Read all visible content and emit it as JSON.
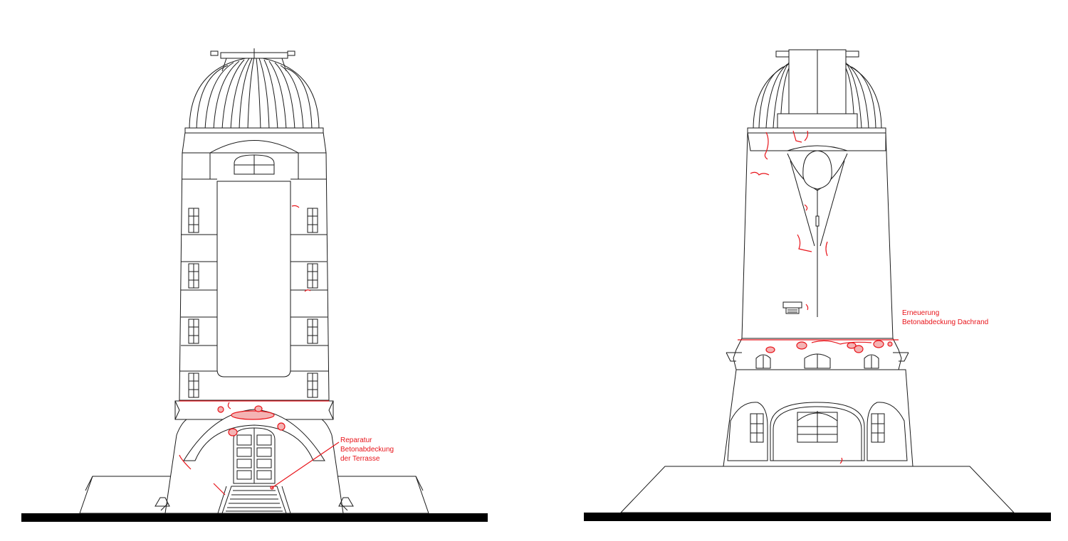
{
  "colors": {
    "line": "#1a1a1a",
    "damage": "#e8151b",
    "damage_fill": "#f4b3b3",
    "ground": "#000000",
    "background": "#ffffff"
  },
  "annotations": {
    "terrace": [
      "Reparatur",
      "Betonabdeckung",
      "der Terrasse"
    ],
    "roof_edge": [
      "Erneuerung",
      "Betonabdeckung Dachrand"
    ]
  }
}
